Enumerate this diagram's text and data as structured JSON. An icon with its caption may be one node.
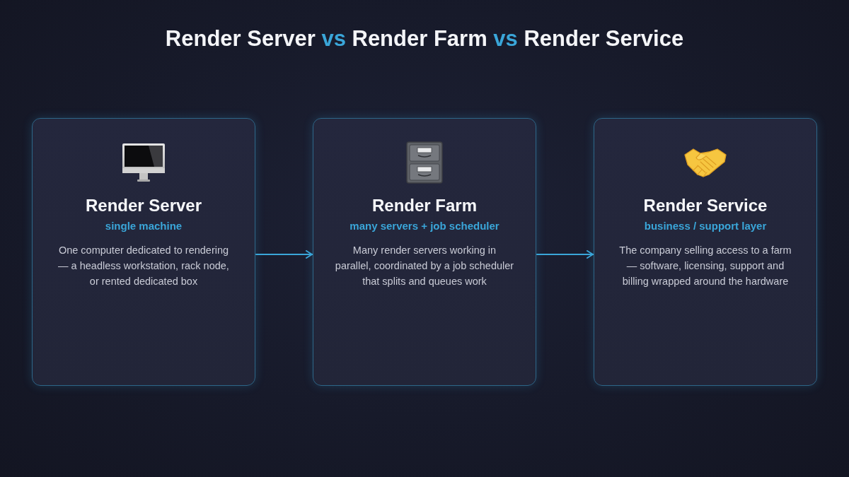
{
  "diagram": {
    "title": "Render Server **vs** Render Farm **vs** Render Service",
    "nodes": [
      {
        "text": [
          "Render Server",
          "single machine",
          "One computer dedicated to rendering — a headless workstation, rack node, or rented dedicated box"
        ]
      },
      {
        "text": [
          "Render Farm",
          "many servers + job scheduler",
          "Many render servers working in parallel, coordinated by a job scheduler that splits and queues work"
        ]
      },
      {
        "text": [
          "Render Service",
          "business / support layer",
          "The company selling access to a farm — software, licensing, support and billing wrapped around the hardware"
        ]
      }
    ],
    "edges": [
      {
        "from": 0,
        "to": 1,
        "arrow": "to"
      },
      {
        "from": 1,
        "to": 2,
        "arrow": "to"
      }
    ]
  }
}
